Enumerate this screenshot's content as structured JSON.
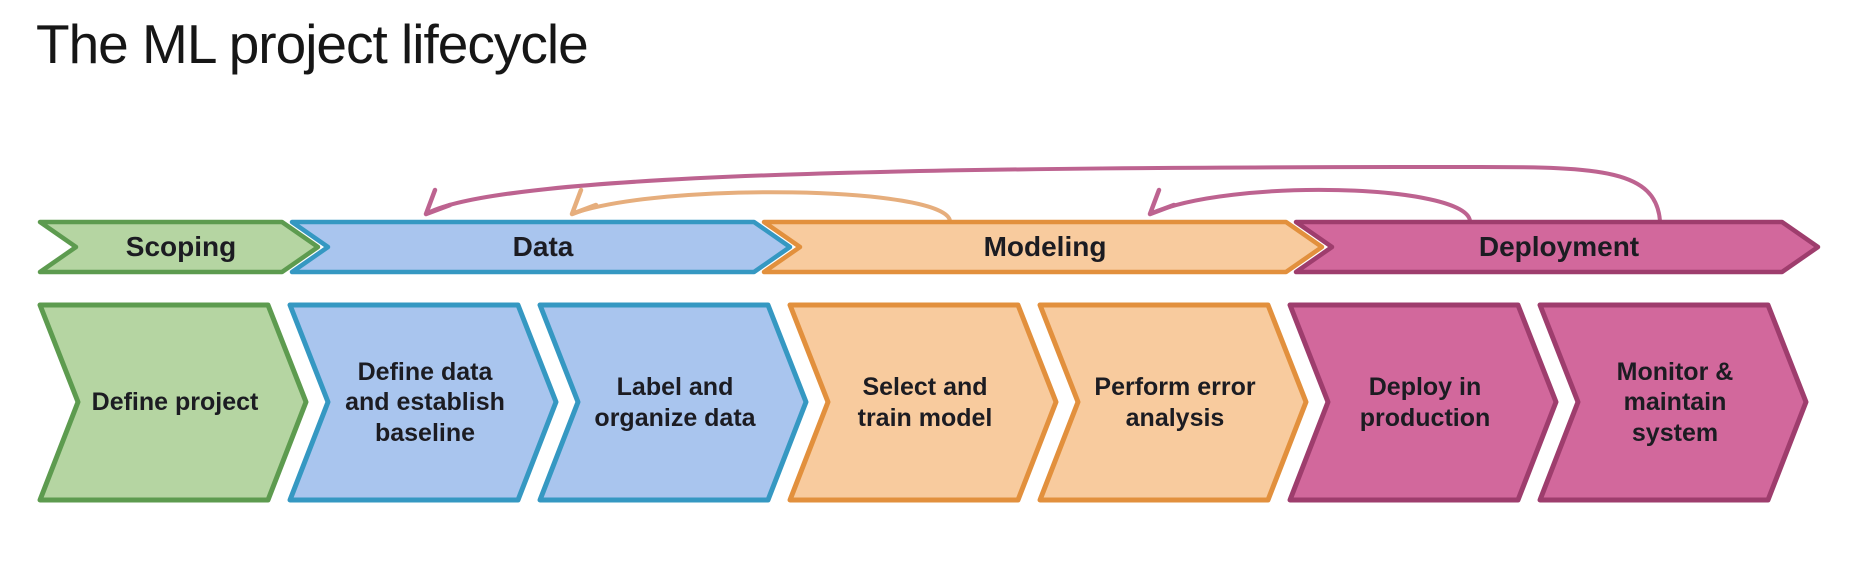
{
  "title": "The ML project lifecycle",
  "phases": [
    {
      "label": "Scoping"
    },
    {
      "label": "Data"
    },
    {
      "label": "Modeling"
    },
    {
      "label": "Deployment"
    }
  ],
  "steps": [
    {
      "label": "Define project",
      "phase": "Scoping"
    },
    {
      "label": "Define data and establish baseline",
      "phase": "Data"
    },
    {
      "label": "Label and organize data",
      "phase": "Data"
    },
    {
      "label": "Select and train model",
      "phase": "Modeling"
    },
    {
      "label": "Perform error analysis",
      "phase": "Modeling"
    },
    {
      "label": "Deploy in production",
      "phase": "Deployment"
    },
    {
      "label": "Monitor & maintain system",
      "phase": "Deployment"
    }
  ],
  "feedback_arrows": [
    {
      "from": "Modeling",
      "to": "Data",
      "color": "#e6ae7d"
    },
    {
      "from": "Deployment",
      "to": "Modeling",
      "color": "#bd6390"
    },
    {
      "from": "Deployment",
      "to": "Data",
      "color": "#bd6390"
    }
  ],
  "colors": {
    "scoping": {
      "fill": "#b5d5a2",
      "border": "#5d9b4f"
    },
    "data": {
      "fill": "#a9c5ee",
      "border": "#3598c2"
    },
    "modeling": {
      "fill": "#f8cb9e",
      "border": "#e2903d"
    },
    "deployment": {
      "fill": "#d2689c",
      "border": "#9e3d6d"
    },
    "arrow_pink": "#bd6390",
    "arrow_orange": "#e6ae7d",
    "title_text": "#161616",
    "label_text": "#1c1c22"
  }
}
